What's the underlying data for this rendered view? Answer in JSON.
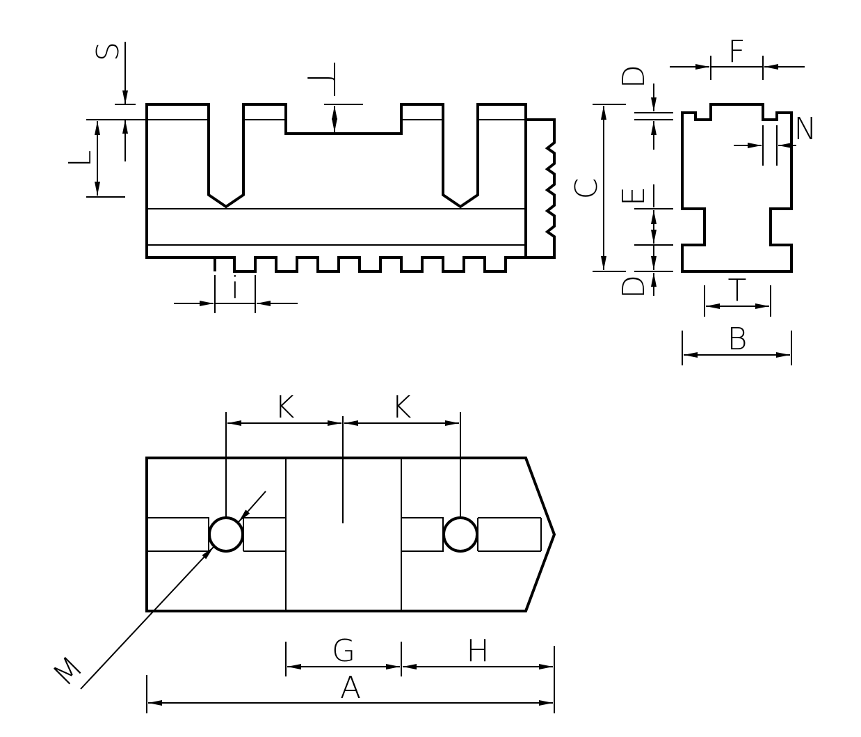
{
  "labels": {
    "S": "S",
    "L": "L",
    "J": "J",
    "i": "i",
    "D_top": "D",
    "F": "F",
    "N": "N",
    "C": "C",
    "E": "E",
    "D_bottom": "D",
    "T": "T",
    "B": "B",
    "K_left": "K",
    "K_right": "K",
    "M": "M",
    "G": "G",
    "H": "H",
    "A": "A"
  }
}
